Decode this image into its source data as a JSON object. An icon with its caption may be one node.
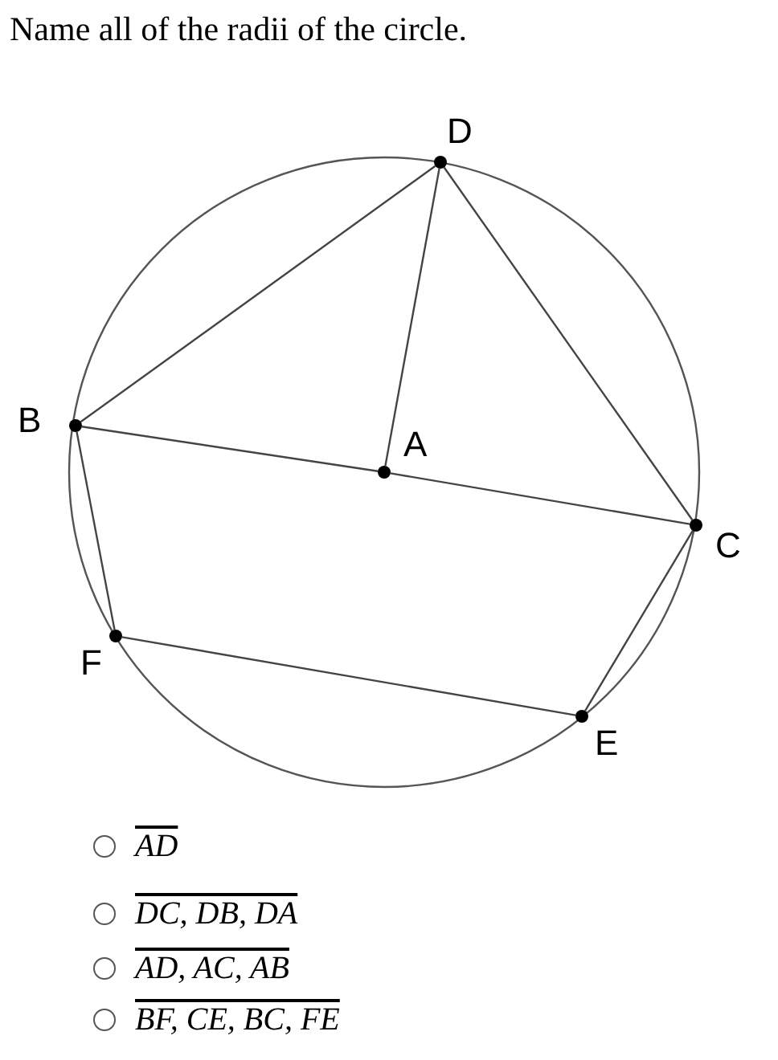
{
  "diagram": {
    "title": "Name all of the radii of the circle.",
    "nodes": [
      {
        "text": [
          "D"
        ]
      },
      {
        "text": [
          "B"
        ]
      },
      {
        "text": [
          "A"
        ]
      },
      {
        "text": [
          "C"
        ]
      },
      {
        "text": [
          "F"
        ]
      },
      {
        "text": [
          "E"
        ]
      }
    ],
    "edges": [
      {
        "from": 1,
        "to": 0,
        "arrow": "none"
      },
      {
        "from": 0,
        "to": 2,
        "arrow": "none"
      },
      {
        "from": 0,
        "to": 3,
        "arrow": "none"
      },
      {
        "from": 1,
        "to": 2,
        "arrow": "none"
      },
      {
        "from": 2,
        "to": 3,
        "arrow": "none"
      },
      {
        "from": 1,
        "to": 4,
        "arrow": "none"
      },
      {
        "from": 4,
        "to": 5,
        "arrow": "none"
      },
      {
        "from": 5,
        "to": 3,
        "arrow": "none"
      }
    ],
    "labels": [
      "AD",
      "DC, DB, DA",
      "AD, AC, AB",
      "BF, CE, BC, FE"
    ]
  }
}
